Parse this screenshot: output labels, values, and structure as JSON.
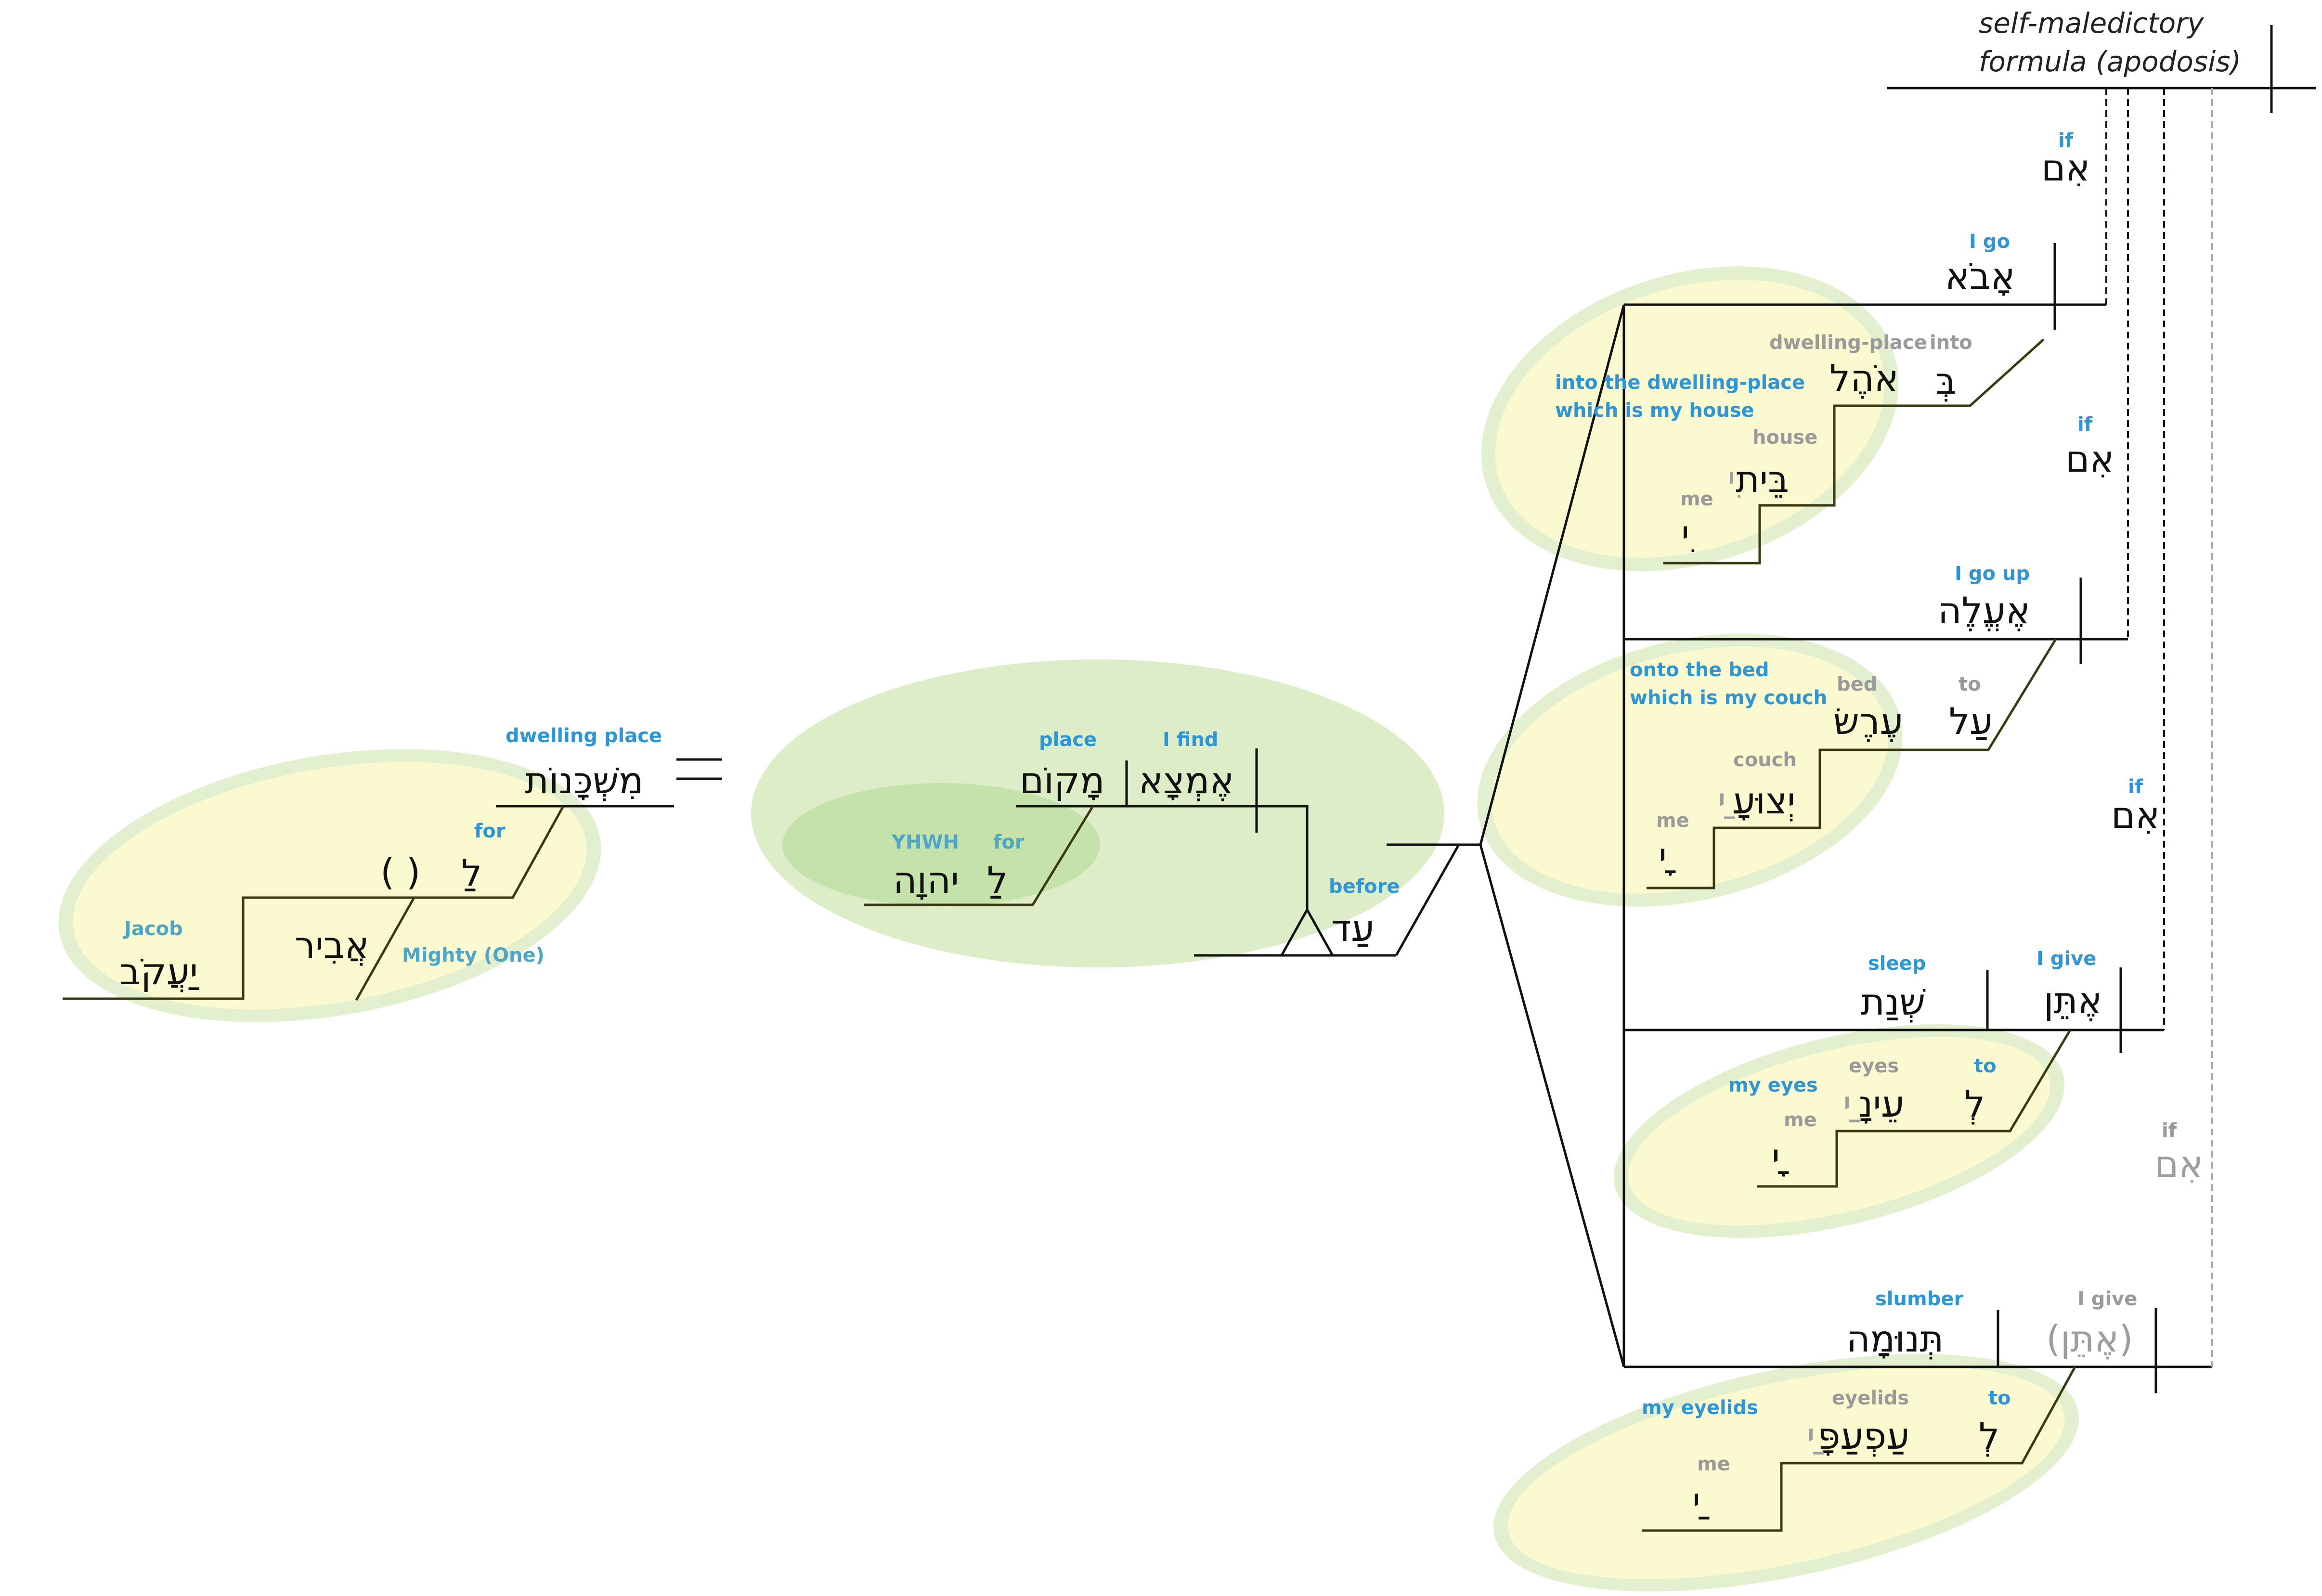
{
  "colors": {
    "label_blue": "#2f96d6",
    "label_grey": "#9a9a9a",
    "label_teal": "#4ea7c6",
    "highlight_yellow": "#fbf9cf",
    "highlight_green_ring": "#e2f0cf",
    "highlight_green": "#dcedc8",
    "highlight_green_dark": "#c5e2aa"
  },
  "header": {
    "line1": "self-maledictory",
    "line2": "formula (apodosis)"
  },
  "left": {
    "dwelling_place": {
      "hebrew": "מִשְׁכָּנוֹת",
      "gloss": "dwelling place"
    },
    "equals": "=",
    "for": {
      "hebrew": "לַ",
      "gloss": "for"
    },
    "parens": "(   )",
    "mighty": {
      "hebrew": "אֲבִיר",
      "gloss": "Mighty (One)"
    },
    "jacob": {
      "hebrew": "יַעֲקֹב",
      "gloss": "Jacob"
    }
  },
  "middle": {
    "find": {
      "hebrew": "אֶמְצָא",
      "gloss": "I find"
    },
    "place": {
      "hebrew": "מָקוֹם",
      "gloss": "place"
    },
    "for": {
      "hebrew": "לַ",
      "gloss": "for"
    },
    "yhwh": {
      "hebrew": "יהוָה",
      "gloss": "YHWH"
    },
    "until": {
      "hebrew": "עַד",
      "gloss": "before"
    }
  },
  "clauses": [
    {
      "if": {
        "hebrew": "אִם",
        "gloss": "if"
      },
      "verb": {
        "hebrew": "אָבֹא",
        "gloss": "I go"
      },
      "phrase_gloss_1": "into the dwelling-place",
      "phrase_gloss_2": "which is my house",
      "prep": {
        "hebrew": "בְּ",
        "gloss": "into"
      },
      "noun": {
        "hebrew": "אֹהֶל",
        "gloss": "dwelling-place"
      },
      "noun2": {
        "hebrew": "בֵּית",
        "gloss": "house"
      },
      "noun2_suffix": "ִי",
      "suffix": {
        "hebrew": "ִי",
        "gloss": "me"
      }
    },
    {
      "if": {
        "hebrew": "אִם",
        "gloss": "if"
      },
      "verb": {
        "hebrew": "אֶעֱלֶה",
        "gloss": "I go up"
      },
      "phrase_gloss_1": "onto the bed",
      "phrase_gloss_2": "which is my couch",
      "prep": {
        "hebrew": "עַל",
        "gloss": "to"
      },
      "noun": {
        "hebrew": "עֶרֶשׂ",
        "gloss": "bed"
      },
      "noun2": {
        "hebrew": "יְצוּעָ",
        "gloss": "couch"
      },
      "noun2_suffix": "ַי",
      "suffix": {
        "hebrew": "ָי",
        "gloss": "me"
      }
    },
    {
      "if": {
        "hebrew": "אִם",
        "gloss": "if"
      },
      "verb": {
        "hebrew": "אֶתֵּן",
        "gloss": "I give"
      },
      "object": {
        "hebrew": "שְׁנַת",
        "gloss": "sleep"
      },
      "phrase_gloss_1": "my eyes",
      "prep": {
        "hebrew": "לְ",
        "gloss": "to"
      },
      "noun": {
        "hebrew": "עֵינָ",
        "gloss": "eyes"
      },
      "noun_suffix": "ַי",
      "suffix": {
        "hebrew": "ָי",
        "gloss": "me"
      }
    },
    {
      "if": {
        "hebrew": "אִם",
        "gloss": "if"
      },
      "verb": {
        "hebrew": "(אֶתֵּן)",
        "gloss": "I give"
      },
      "object": {
        "hebrew": "תְּנוּמָה",
        "gloss": "slumber"
      },
      "phrase_gloss_1": "my eyelids",
      "prep": {
        "hebrew": "לְ",
        "gloss": "to"
      },
      "noun": {
        "hebrew": "עַפְעַפָּ",
        "gloss": "eyelids"
      },
      "noun_suffix": "ַי",
      "suffix": {
        "hebrew": "ַי",
        "gloss": "me"
      }
    }
  ]
}
